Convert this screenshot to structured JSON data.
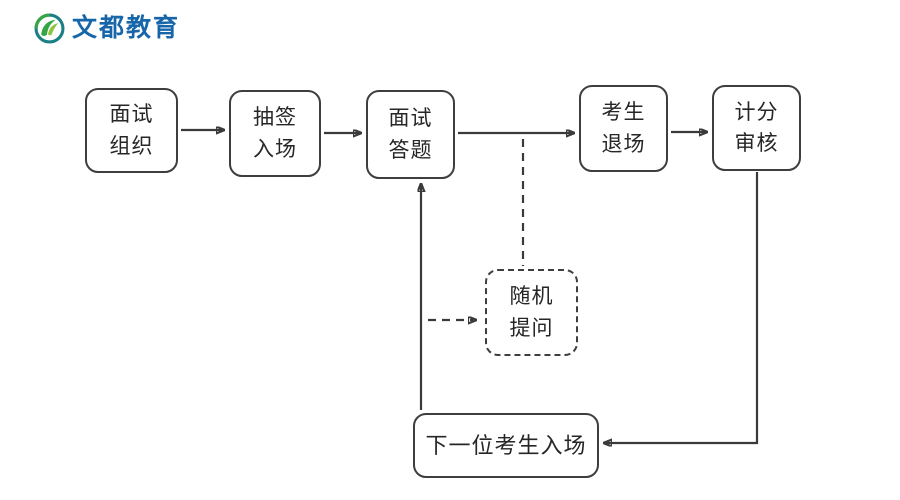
{
  "logo": {
    "brand_text": "文都教育",
    "brand_color": "#1766a9",
    "icon_name": "wendu-leaf-circle-icon",
    "icon_colors": {
      "ring_teal": "#1b7f86",
      "ring_green": "#35a546",
      "leaf_dark_green": "#35a546",
      "leaf_light_green": "#8dc63f"
    }
  },
  "flowchart": {
    "stroke_color": "#3a3a3a",
    "text_color": "#262626",
    "nodes": {
      "interview_org": {
        "line1": "面试",
        "line2": "组织"
      },
      "draw_lots_entry": {
        "line1": "抽签",
        "line2": "入场"
      },
      "interview_answer": {
        "line1": "面试",
        "line2": "答题"
      },
      "candidate_exit": {
        "line1": "考生",
        "line2": "退场"
      },
      "score_review": {
        "line1": "计分",
        "line2": "审核"
      },
      "random_question": {
        "line1": "随机",
        "line2": "提问"
      },
      "next_candidate_entry": {
        "label": "下一位考生入场"
      }
    }
  }
}
